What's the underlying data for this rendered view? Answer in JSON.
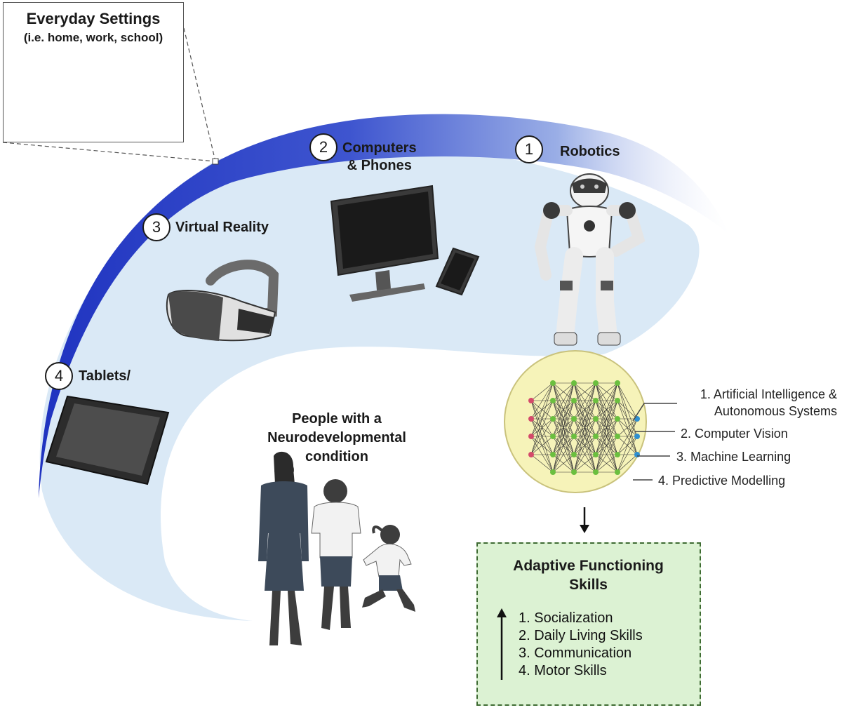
{
  "settings_box": {
    "title": "Everyday Settings",
    "subtitle": "(i.e. home, work, school)"
  },
  "technologies": [
    {
      "number": "1",
      "label": "Robotics"
    },
    {
      "number": "2",
      "label_line1": "Computers",
      "label_line2": "& Phones"
    },
    {
      "number": "3",
      "label": "Virtual Reality"
    },
    {
      "number": "4",
      "label": "Tablets/"
    }
  ],
  "people": {
    "line1": "People with a",
    "line2": "Neurodevelopmental",
    "line3": "condition"
  },
  "ml_methods": [
    {
      "line1": "1. Artificial Intelligence &",
      "line2": "Autonomous Systems"
    },
    {
      "line1": "2. Computer Vision"
    },
    {
      "line1": "3. Machine Learning"
    },
    {
      "line1": "4. Predictive Modelling"
    }
  ],
  "adaptive_skills": {
    "title_line1": "Adaptive Functioning",
    "title_line2": "Skills",
    "items": [
      "1.  Socialization",
      "2.  Daily Living Skills",
      "3.  Communication",
      "4.  Motor Skills"
    ]
  },
  "colors": {
    "arc_blue": "#2a3fc7",
    "band_light": "#dae9f6",
    "house_blue": "#3b47c4",
    "network_circle": "#f6f3b9",
    "skills_box": "#dcf2d3",
    "skills_border": "#3e6b32"
  },
  "icons": [
    "house-icon",
    "vr-headset-icon",
    "monitor-icon",
    "phone-icon",
    "robot-icon",
    "tablet-icon",
    "people-silhouette-icon",
    "neural-network-icon",
    "arrow-icon"
  ]
}
